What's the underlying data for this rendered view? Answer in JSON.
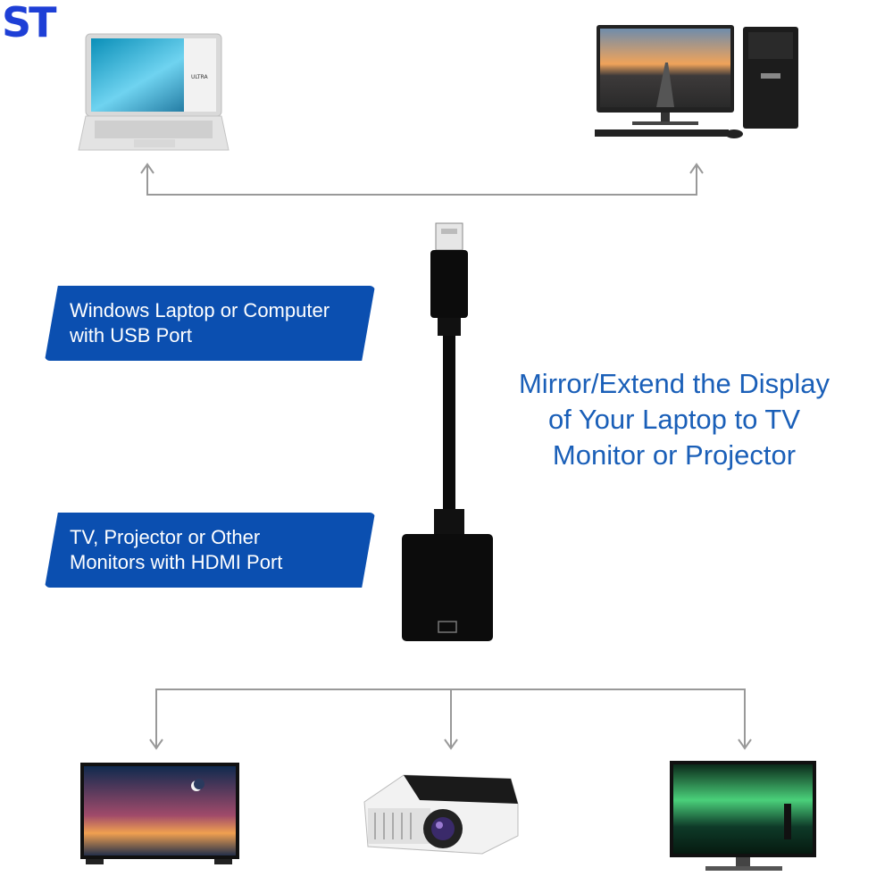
{
  "logo": {
    "text": "ST",
    "color": "#1e3fd6"
  },
  "badges": [
    {
      "line1": "Windows Laptop or Computer",
      "line2": "with USB Port"
    },
    {
      "line1": "TV, Projector or Other",
      "line2": "Monitors with HDMI Port"
    }
  ],
  "headline": {
    "line1": "Mirror/Extend the Display",
    "line2": "of Your Laptop to TV",
    "line3": "Monitor or Projector"
  },
  "devices": {
    "top": [
      "laptop-icon",
      "desktop-computer-icon"
    ],
    "bottom": [
      "tv-icon",
      "projector-icon",
      "monitor-icon"
    ]
  },
  "colors": {
    "badge": "#0b4fb0",
    "headline": "#1a5fb8",
    "connector": "#999999"
  }
}
